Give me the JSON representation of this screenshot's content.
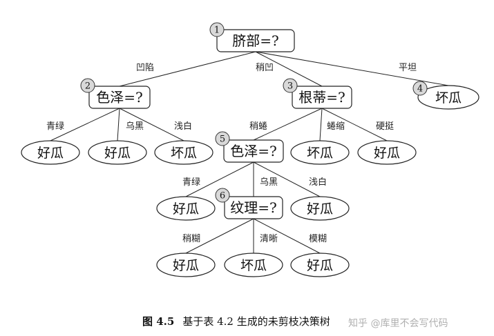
{
  "tree": {
    "nodes": [
      {
        "id": "n1",
        "kind": "decision",
        "label": "脐部=?",
        "badge": "1"
      },
      {
        "id": "n2",
        "kind": "decision",
        "label": "色泽=?",
        "badge": "2"
      },
      {
        "id": "n3",
        "kind": "decision",
        "label": "根蒂=?",
        "badge": "3"
      },
      {
        "id": "n4",
        "kind": "leaf",
        "label": "坏瓜",
        "badge": "4"
      },
      {
        "id": "l1",
        "kind": "leaf",
        "label": "好瓜"
      },
      {
        "id": "l2",
        "kind": "leaf",
        "label": "好瓜"
      },
      {
        "id": "l3",
        "kind": "leaf",
        "label": "坏瓜"
      },
      {
        "id": "n5",
        "kind": "decision",
        "label": "色泽=?",
        "badge": "5"
      },
      {
        "id": "l4",
        "kind": "leaf",
        "label": "坏瓜"
      },
      {
        "id": "l5",
        "kind": "leaf",
        "label": "好瓜"
      },
      {
        "id": "l6",
        "kind": "leaf",
        "label": "好瓜"
      },
      {
        "id": "n6",
        "kind": "decision",
        "label": "纹理=?",
        "badge": "6"
      },
      {
        "id": "l7",
        "kind": "leaf",
        "label": "好瓜"
      },
      {
        "id": "l8",
        "kind": "leaf",
        "label": "好瓜"
      },
      {
        "id": "l9",
        "kind": "leaf",
        "label": "坏瓜"
      },
      {
        "id": "l10",
        "kind": "leaf",
        "label": "好瓜"
      }
    ],
    "edges": [
      {
        "from": "n1",
        "to": "n2",
        "label": "凹陷"
      },
      {
        "from": "n1",
        "to": "n3",
        "label": "稍凹"
      },
      {
        "from": "n1",
        "to": "n4",
        "label": "平坦"
      },
      {
        "from": "n2",
        "to": "l1",
        "label": "青绿"
      },
      {
        "from": "n2",
        "to": "l2",
        "label": "乌黑"
      },
      {
        "from": "n2",
        "to": "l3",
        "label": "浅白"
      },
      {
        "from": "n3",
        "to": "n5",
        "label": "稍蜷"
      },
      {
        "from": "n3",
        "to": "l4",
        "label": "蜷缩"
      },
      {
        "from": "n3",
        "to": "l5",
        "label": "硬挺"
      },
      {
        "from": "n5",
        "to": "l6",
        "label": "青绿"
      },
      {
        "from": "n5",
        "to": "n6",
        "label": "乌黑"
      },
      {
        "from": "n5",
        "to": "l8",
        "label": "浅白"
      },
      {
        "from": "n6",
        "to": "l7",
        "label": "稍糊"
      },
      {
        "from": "n6",
        "to": "l9",
        "label": "清晰"
      },
      {
        "from": "n6",
        "to": "l10",
        "label": "模糊"
      }
    ]
  },
  "caption": {
    "figure_number": "图 4.5",
    "text": "基于表 4.2 生成的未剪枝决策树"
  },
  "watermark": "知乎 @库里不会写代码"
}
